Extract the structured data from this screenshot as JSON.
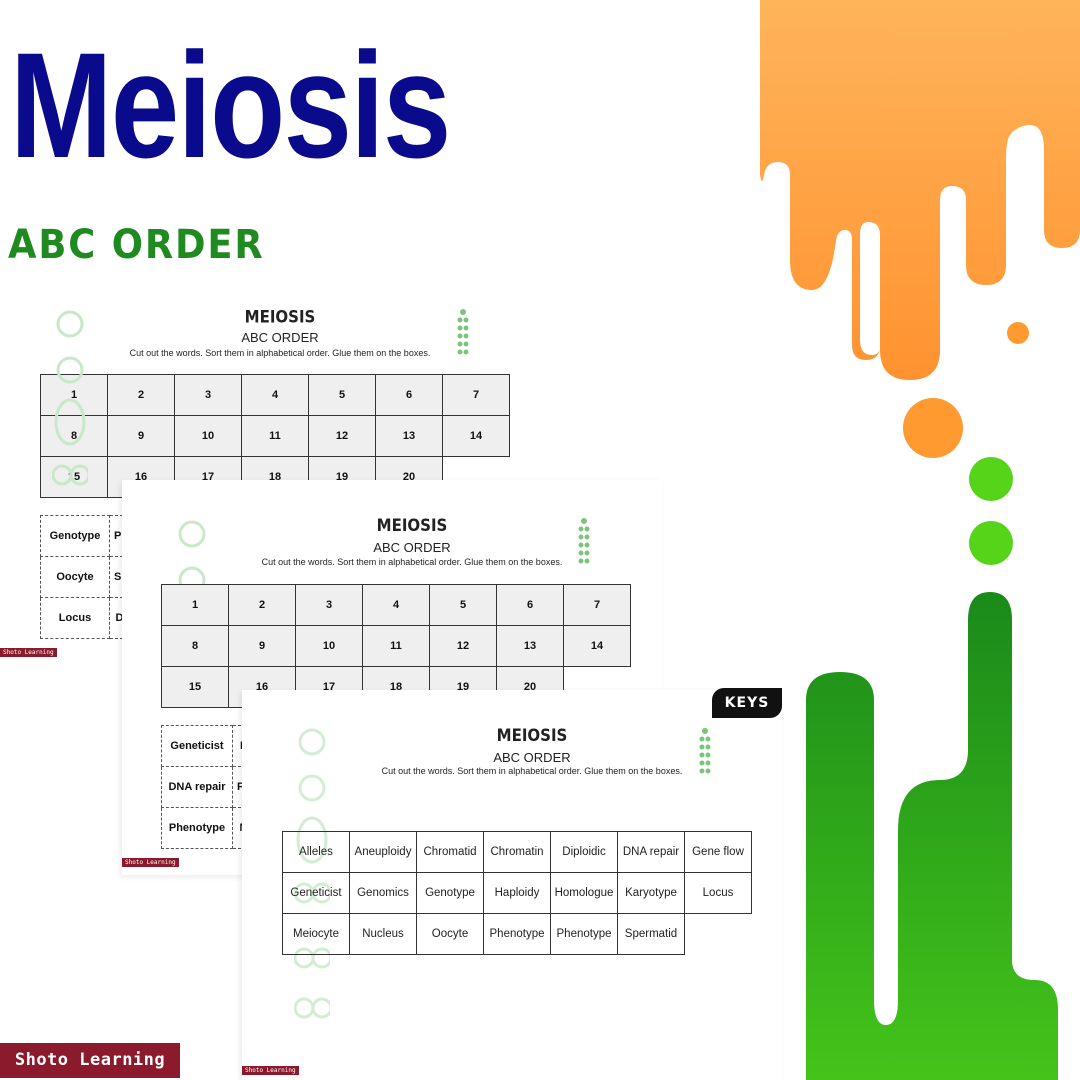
{
  "title": "Meiosis",
  "subtitle": "ABC ORDER",
  "brand": "Shoto Learning",
  "keys_label": "KEYS",
  "sheet": {
    "title": "MEIOSIS",
    "subtitle": "ABC ORDER",
    "instructions": "Cut out the words. Sort them in alphabetical order. Glue them on the boxes."
  },
  "number_grid": [
    [
      "1",
      "2",
      "3",
      "4",
      "5",
      "6",
      "7"
    ],
    [
      "8",
      "9",
      "10",
      "11",
      "12",
      "13",
      "14"
    ],
    [
      "15",
      "16",
      "17",
      "18",
      "19",
      "20"
    ]
  ],
  "words_sheet1": [
    [
      "Genotype",
      "Ph"
    ],
    [
      "Oocyte",
      "Sp"
    ],
    [
      "Locus",
      "Di"
    ]
  ],
  "words_sheet2": [
    [
      "Geneticist",
      "D"
    ],
    [
      "DNA repair",
      "Ph"
    ],
    [
      "Phenotype",
      "M"
    ]
  ],
  "answer_grid": [
    [
      "Alleles",
      "Aneuploidy",
      "Chromatid",
      "Chromatin",
      "Diploidic",
      "DNA repair",
      "Gene flow"
    ],
    [
      "Geneticist",
      "Genomics",
      "Genotype",
      "Haploidy",
      "Homologue",
      "Karyotype",
      "Locus"
    ],
    [
      "Meiocyte",
      "Nucleus",
      "Oocyte",
      "Phenotype",
      "Phenotype",
      "Spermatid"
    ]
  ],
  "colors": {
    "title": "#0a0a8c",
    "subtitle": "#1f8a1f",
    "orange": "#ff9a30",
    "green": "#2aa81a",
    "brand": "#8b1a2c"
  },
  "icons": [
    "chromosome-icon",
    "cell-division-icon"
  ]
}
